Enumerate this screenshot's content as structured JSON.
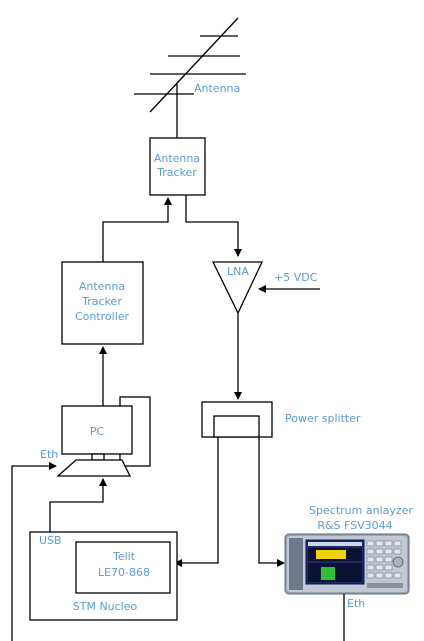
{
  "labels": {
    "antenna": "Antenna",
    "tracker_line1": "Antenna",
    "tracker_line2": "Tracker",
    "controller_line1": "Antenna",
    "controller_line2": "Tracker",
    "controller_line3": "Controller",
    "lna": "LNA",
    "vdc": "+5 VDC",
    "pc": "PC",
    "eth_left": "Eth",
    "power_splitter": "Power splitter",
    "usb": "USB",
    "telit_line1": "Telit",
    "telit_line2": "LE70-868",
    "stm_nucleo": "STM Nucleo",
    "sa_line1": "Spectrum anlayzer",
    "sa_line2": "R&S FSV3044",
    "eth_right": "Eth"
  },
  "colors": {
    "label": "#5b9bd5",
    "line": "#000000",
    "analyzer_body": "#9aa4b5",
    "analyzer_screen": "#1a2a6c",
    "trace_yellow": "#f2d20c",
    "trace_green": "#2fbf3a"
  }
}
